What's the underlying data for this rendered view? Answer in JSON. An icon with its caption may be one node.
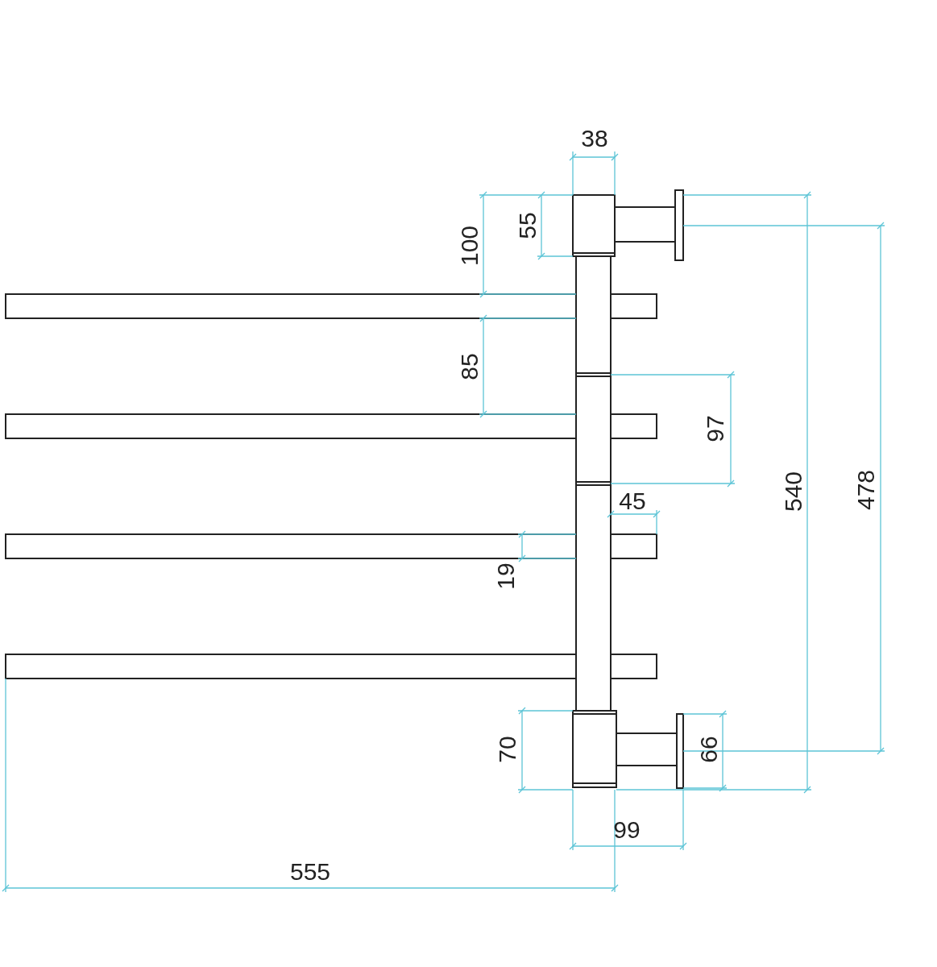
{
  "diagram": {
    "labels": [
      "38",
      "55",
      "100",
      "85",
      "97",
      "45",
      "19",
      "540",
      "478",
      "70",
      "66",
      "99",
      "555"
    ]
  }
}
